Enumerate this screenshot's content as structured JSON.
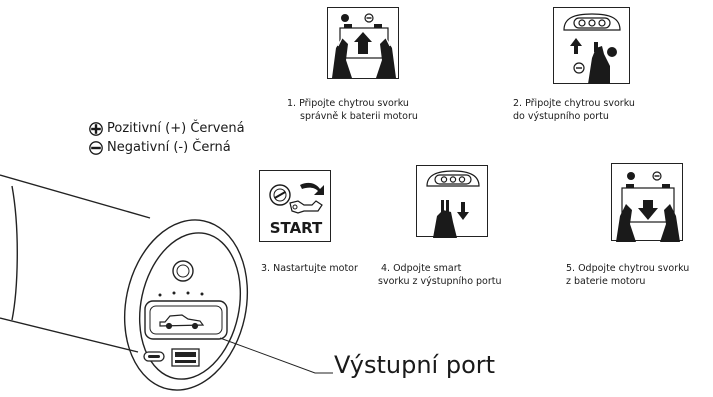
{
  "legend": {
    "positive": "Pozitivní (+) Červená",
    "negative": "Negativní (-) Černá"
  },
  "steps": [
    {
      "line1": "1. Připojte chytrou svorku",
      "line2": "správně k baterii motoru",
      "icon": "connect-clamp-battery-icon"
    },
    {
      "line1": "2. Připojte chytrou svorku",
      "line2": "do výstupního portu",
      "icon": "plug-clamp-port-icon"
    },
    {
      "line1": "3. Nastartujte motor",
      "line2": "",
      "icon": "start-key-icon",
      "icon_text": "START"
    },
    {
      "line1": "4. Odpojte smart",
      "line2": "svorku z výstupního portu",
      "icon": "unplug-clamp-port-icon"
    },
    {
      "line1": "5. Odpojte chytrou svorku",
      "line2": "z baterie motoru",
      "icon": "disconnect-clamp-battery-icon"
    }
  ],
  "output_port_label": "Výstupní port",
  "colors": {
    "line": "#222222",
    "icon_fill": "#1a1a1a"
  }
}
